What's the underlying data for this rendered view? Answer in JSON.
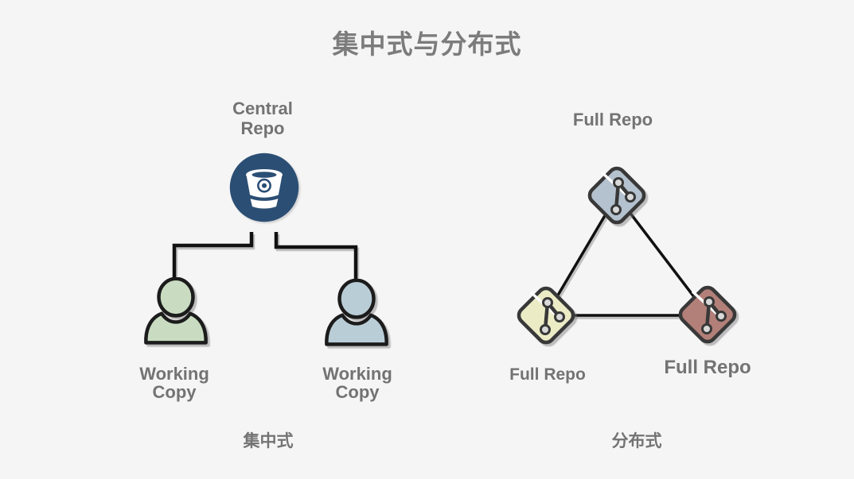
{
  "title": "集中式与分布式",
  "colors": {
    "background": "#f5f5f6",
    "label_text": "#737373",
    "title_text": "#7c7c7c",
    "outline": "#1c1c1c",
    "connector_line": "#111111",
    "bitbucket_navy": "#2b4e74",
    "git_diamond_stroke": "#383838",
    "git_node_fill": "#d9d9d9"
  },
  "centralized": {
    "caption": "集中式",
    "repo": {
      "label": "Central\nRepo",
      "icon": "bitbucket-icon",
      "color": "#2b4e74"
    },
    "workers": [
      {
        "label": "Working\nCopy",
        "icon": "person-icon",
        "color": "#c9dcc1"
      },
      {
        "label": "Working\nCopy",
        "icon": "person-icon",
        "color": "#b9cdd6"
      }
    ]
  },
  "distributed": {
    "caption": "分布式",
    "nodes": [
      {
        "label": "Full Repo",
        "position": "top",
        "icon": "git-icon",
        "color": "#b4c1ce"
      },
      {
        "label": "Full Repo",
        "position": "bottom-left",
        "icon": "git-icon",
        "color": "#ebebc6"
      },
      {
        "label": "Full Repo",
        "position": "bottom-right",
        "icon": "git-icon",
        "color": "#b28079"
      }
    ]
  }
}
